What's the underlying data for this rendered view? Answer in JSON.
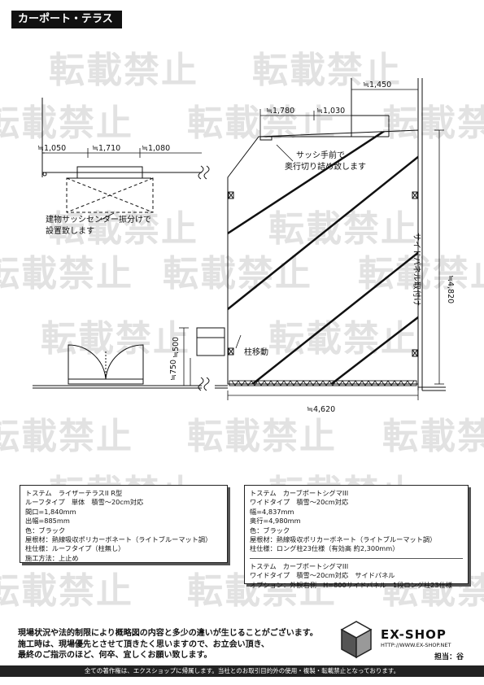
{
  "title": "カーポート・テラス屋根",
  "watermark": "転載禁止",
  "dims": {
    "d1450": "≒1,450",
    "d1780": "≒1,780",
    "d1030": "≒1,030",
    "d1050": "≒1,050",
    "d1710": "≒1,710",
    "d1080": "≒1,080",
    "d4820": "≒4,820",
    "d500": "≒500",
    "d750": "≒750",
    "d4620": "≒4,620"
  },
  "labels": {
    "sash_1": "サッシ手前で",
    "sash_2": "奥行切り詰め致します",
    "center_1": "建物サッシセンター振分けで",
    "center_2": "設置致します",
    "side_panel": "サイドパネル取付け",
    "post_move": "柱移動"
  },
  "box_terrace": {
    "lines": [
      "トステム　ライザーテラスII R型",
      "ルーフタイプ　単体　積雪～20cm対応",
      "間口=1,840mm",
      "出幅=885mm",
      "色：ブラック",
      "屋根材：熱線吸収ポリカーボネート（ライトブルーマット調）",
      "柱仕様：ルーフタイプ（柱無し）",
      "施工方法：上止め"
    ]
  },
  "box_carport": {
    "lines": [
      "トステム　カーブポートシグマIII",
      "ワイドタイプ　積雪～20cm対応",
      "幅=4,837mm",
      "奥行=4,980mm",
      "色：ブラック",
      "屋根材：熱線吸収ポリカーボネート（ライトブルーマット調）",
      "柱仕様：ロング柱23仕様（有効高 約2,300mm）"
    ],
    "lines2": [
      "トステム　カーブポートシグマIII",
      "ワイドタイプ　積雪～20cm対応　サイドパネル",
      "オプション：外観右側　H=800サイドパネル　1段ロング柱23仕様"
    ]
  },
  "notes": [
    "現場状況や法的制限により概略図の内容と多少の違いが生じることがございます。",
    "施工時は、現場優先とさせて頂きたく思いますので、お立会い頂き、",
    "最終のご指示のほど、何卒、宜しくお願い致します。"
  ],
  "logo": {
    "name": "EX-SHOP",
    "url": "HTTP://WWW.EX-SHOP.NET"
  },
  "staff": "担当：谷",
  "footer": "全ての著作権は、エクスショップに帰属します。当社とのお取引目的外の使用・複製・転載禁止となっております。"
}
